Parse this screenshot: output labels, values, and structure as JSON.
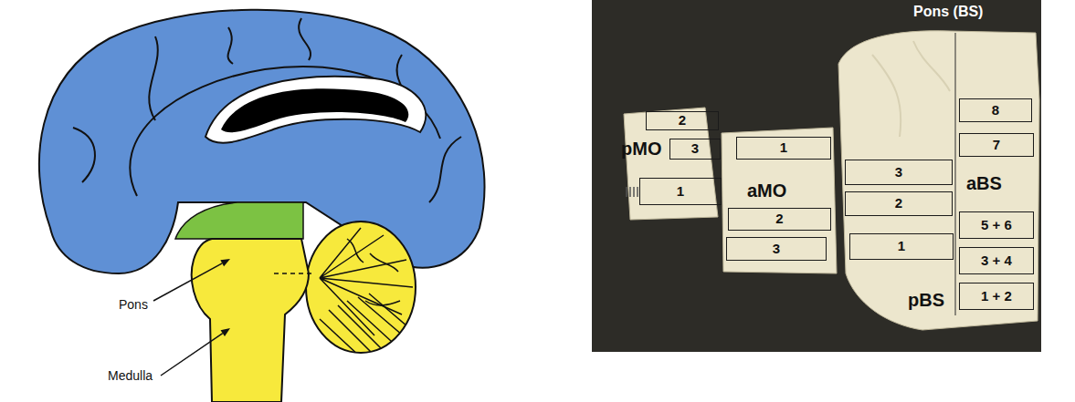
{
  "diagram": {
    "nodes": [
      {
        "text": [
          "2"
        ]
      },
      {
        "text": [
          "3"
        ]
      },
      {
        "text": [
          "1"
        ]
      },
      {
        "text": [
          "1"
        ]
      },
      {
        "text": [
          "2"
        ]
      },
      {
        "text": [
          "3"
        ]
      },
      {
        "text": [
          "3"
        ]
      },
      {
        "text": [
          "2"
        ]
      },
      {
        "text": [
          "1"
        ]
      },
      {
        "text": [
          "8"
        ]
      },
      {
        "text": [
          "7"
        ]
      },
      {
        "text": [
          "5 + 6"
        ]
      },
      {
        "text": [
          "3 + 4"
        ]
      },
      {
        "text": [
          "1 + 2"
        ]
      }
    ],
    "labels": [
      "Pons",
      "Medulla",
      "Pons (BS)",
      "pMO",
      "aMO",
      "aBS",
      "pBS"
    ]
  }
}
